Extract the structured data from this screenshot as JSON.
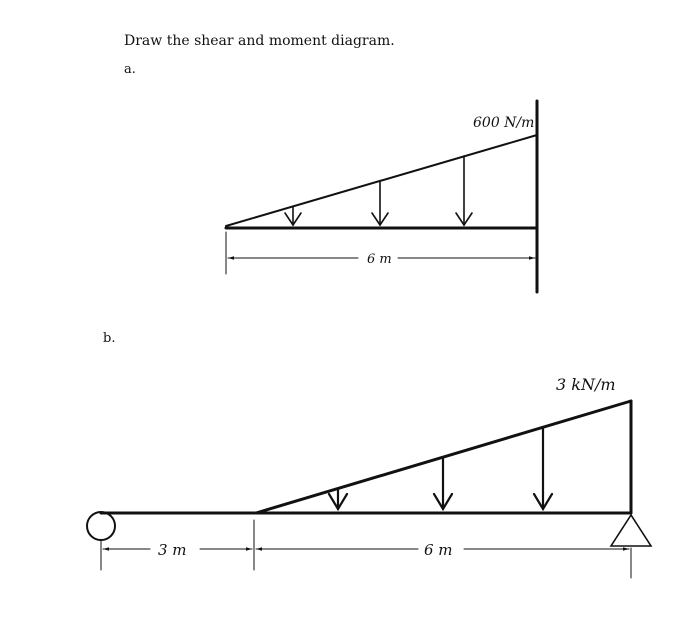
{
  "problem": {
    "title": "Draw the shear and moment diagram."
  },
  "part_a": {
    "label": "a.",
    "load_label": "600 N/m",
    "span_label": "6 m"
  },
  "part_b": {
    "label": "b.",
    "load_label": "3 kN/m",
    "overhang_label": "3 m",
    "span_label": "6 m"
  }
}
